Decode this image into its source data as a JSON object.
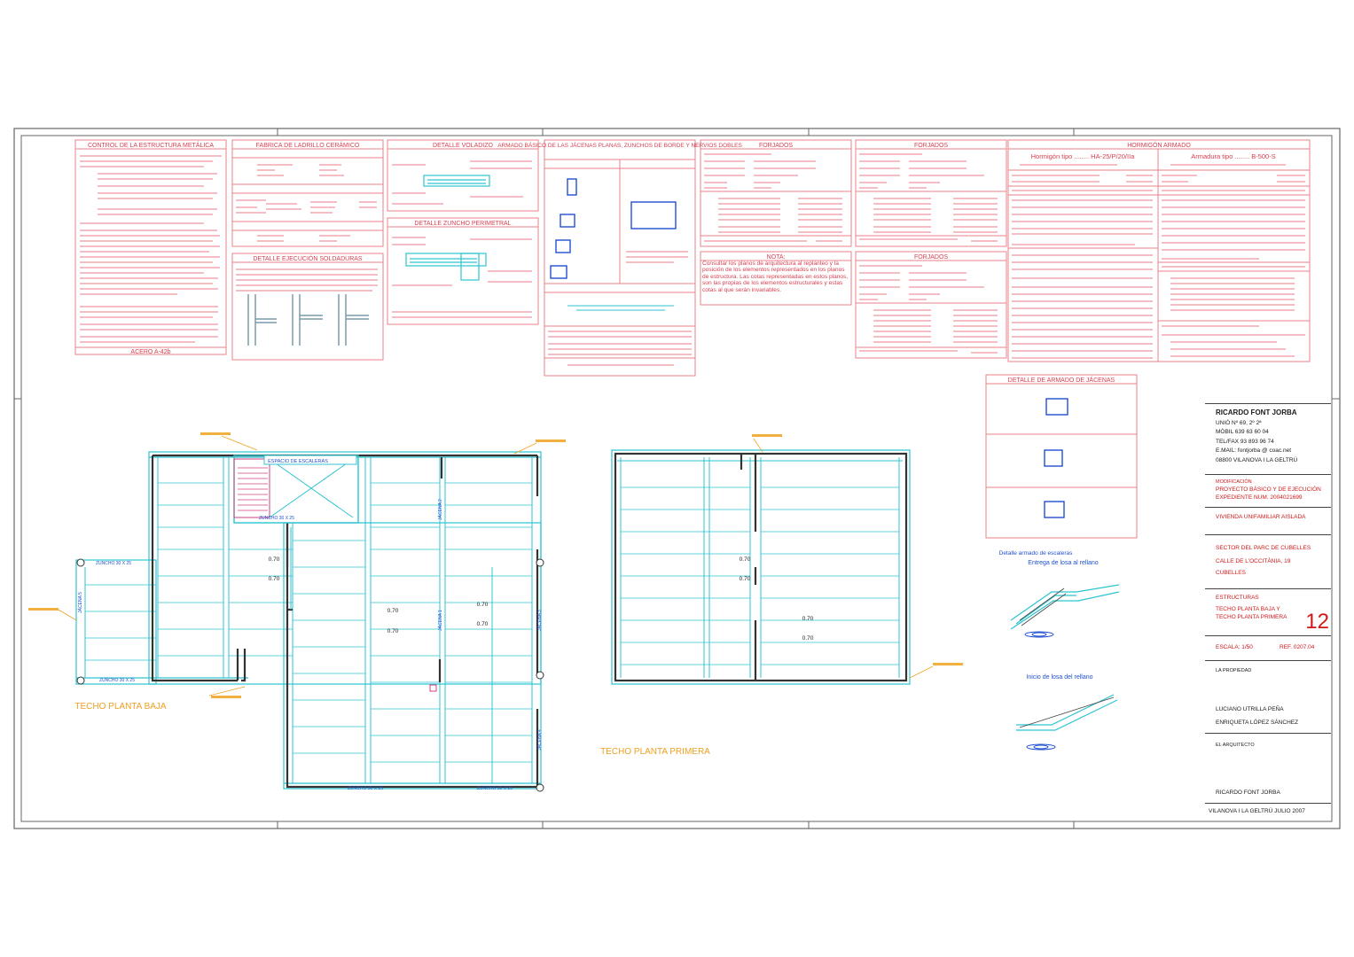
{
  "colors": {
    "red": "#e8808a",
    "dark_red": "#d01818",
    "cyan": "#2cc4d0",
    "dark_cyan": "#0f9aa6",
    "orange": "#f0a020",
    "blue": "#2050d0",
    "frame": "#555555"
  },
  "tables_top": {
    "t1_title": "CONTROL DE LA ESTRUCTURA METÁLICA",
    "t1_footer": "ACERO A-42b",
    "t2_title": "FABRICA DE LADRILLO CERÁMICO",
    "t2b_title": "DETALLE EJECUCIÓN SOLDADURAS",
    "t3_title": "DETALLE VOLADIZO",
    "t3b_title": "DETALLE ZUNCHO PERIMETRAL",
    "t4_title": "ARMADO BÁSICO DE LAS JÁCENAS PLANAS, ZUNCHOS DE BORDE Y NERVIOS DOBLES",
    "t5_title": "FORJADOS",
    "t5b_title": "NOTA:",
    "t5b_text": "Consultar los planos de arquitectura al replanteo y la posición de los elementos representados en los planos de estructura. Las cotas representadas en estos planos, son las propias de los elementos estructurales y estas cotas al que serán invariables.",
    "t6_title": "FORJADOS",
    "t6b_title": "FORJADOS",
    "t7_title": "HORMIGÓN ARMADO",
    "t7_left": "Hormigón tipo ........ HA-25/P/20/IIa",
    "t7_right": "Armadura tipo ........ B-500-S",
    "t8_title": "DETALLE DE ARMADO DE JÁCENAS"
  },
  "plans": {
    "plan1_title": "TECHO PLANTA BAJA",
    "plan2_title": "TECHO PLANTA PRIMERA",
    "stairs_label": "ESPACIO DE ESCALERAS",
    "zuncho": "ZUNCHO 30 X 25",
    "dim_a": "0.70",
    "jacena_1": "JÁCENA 1",
    "jacena_2": "JÁCENA 2",
    "jacena_3": "JÁCENA 3",
    "jacena_4": "JÁCENA 4",
    "jacena_5": "JÁCENA 5"
  },
  "stairs_detail": {
    "title": "Detalle armado de escaleras",
    "sub1": "Entrega de losa al rellano",
    "sub2": "Inicio de losa del rellano"
  },
  "title_block": {
    "author": "RICARDO FONT JORBA",
    "addr1": "UNIÓ Nº 69, 2º 2ª",
    "mobile": "MÒBIL 639 63 60 04",
    "tel": "TEL/FAX 93 893 96 74",
    "email": "E.MAIL: fontjorba @ coac.net",
    "city": "08800 VILANOVA I LA GELTRÚ",
    "mod_label": "MODIFICACIÓN",
    "project1": "PROYECTO BÁSICO Y DE EJECUCIÓN",
    "project2": "EXPEDIENTE NUM. 2004021699",
    "building": "VIVIENDA UNIFAMILIAR AISLADA",
    "loc1": "SECTOR DEL PARC DE CUBELLES",
    "loc2": "CALLE DE L'OCCITÀNIA, 19",
    "loc3": "CUBELLES",
    "sheet1": "ESTRUCTURAS",
    "sheet2": "TECHO PLANTA BAJA Y",
    "sheet3": "TECHO PLANTA PRIMERA",
    "sheet_no": "12",
    "scale": "ESCALA: 1/50",
    "ref": "REF. 0207.04",
    "owner_label": "LA PROPIEDAD",
    "owner1": "LUCIANO UTRILLA PEÑA",
    "owner2": "ENRIQUETA LÓPEZ SÁNCHEZ",
    "arch_label": "EL ARQUITECTO",
    "arch_name": "RICARDO FONT JORBA",
    "place_date": "VILANOVA I LA GELTRÚ    JULIO 2007"
  }
}
